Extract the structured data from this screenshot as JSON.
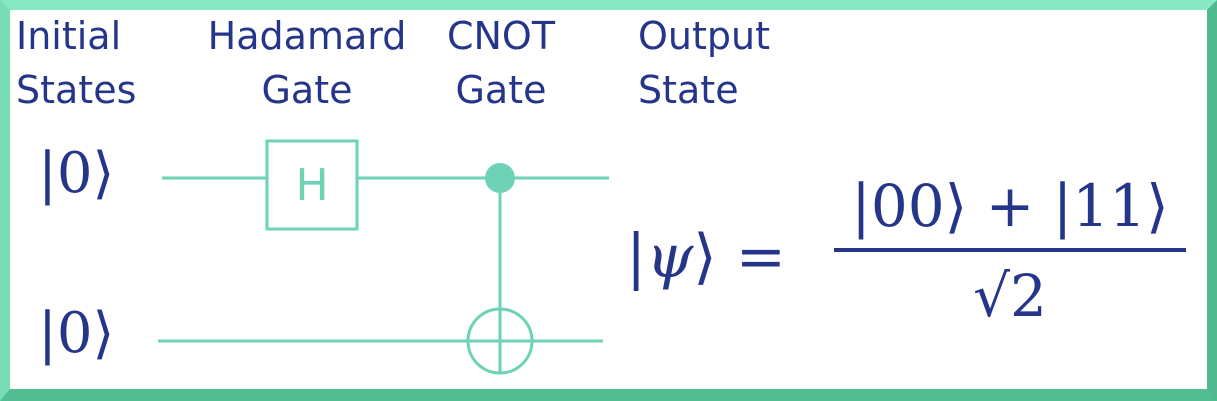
{
  "labels": {
    "initial": [
      "Initial",
      "States"
    ],
    "hadamard": [
      "Hadamard",
      "Gate"
    ],
    "cnot": [
      "CNOT",
      "Gate"
    ],
    "output": [
      "Output",
      "State"
    ]
  },
  "inputs": {
    "top_ket": "|0⟩",
    "bottom_ket": "|0⟩"
  },
  "gates": {
    "hadamard_symbol": "H"
  },
  "equation": {
    "lhs_open": "|",
    "lhs_symbol": "ψ",
    "lhs_close": "⟩",
    "equals": "=",
    "numerator": "|00⟩ + |11⟩",
    "denominator": "√2"
  },
  "colors": {
    "text": "#25358a",
    "wire": "#6ed2b6",
    "frame": "#5fc79f"
  }
}
